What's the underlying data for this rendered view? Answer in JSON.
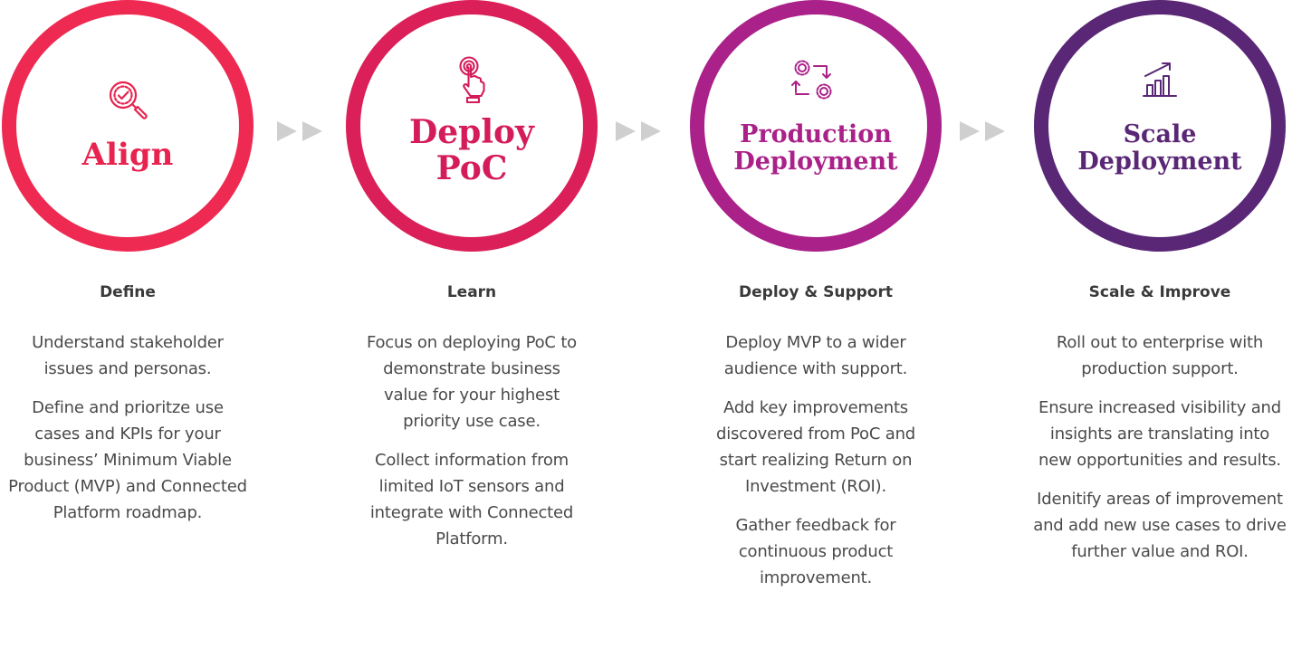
{
  "colors": {
    "align": "#e8234f",
    "deploy_poc": "#d41c5a",
    "production": "#aa2189",
    "scale": "#5a2776",
    "arrow": "#cfcfcf",
    "text": "#4a4a4a"
  },
  "stages": [
    {
      "title": "Align",
      "icon": "magnifier-check-icon",
      "subheading": "Define",
      "paragraphs": [
        "Understand stakeholder issues and personas.",
        "Define and prioritze use cases and KPIs for your business’ Minimum Viable Product (MVP) and Connected Platform roadmap."
      ]
    },
    {
      "title": "Deploy\nPoC",
      "icon": "touch-hand-icon",
      "subheading": "Learn",
      "paragraphs": [
        "Focus on deploying PoC to demonstrate business value for your highest priority use case.",
        "Collect information from limited IoT sensors and integrate with Connected Platform."
      ]
    },
    {
      "title": "Production\nDeployment",
      "icon": "gears-cycle-icon",
      "subheading": "Deploy & Support",
      "paragraphs": [
        "Deploy MVP to a wider audience with support.",
        "Add key improvements discovered from PoC and start realizing Return on Investment (ROI).",
        "Gather feedback for continuous product improvement."
      ]
    },
    {
      "title": "Scale\nDeployment",
      "icon": "growth-chart-icon",
      "subheading": "Scale & Improve",
      "paragraphs": [
        "Roll out to enterprise with production support.",
        "Ensure increased visibility and insights are translating into new opportunities and results.",
        "Idenitify areas of improvement and add new use cases to drive further value and ROI."
      ]
    }
  ]
}
